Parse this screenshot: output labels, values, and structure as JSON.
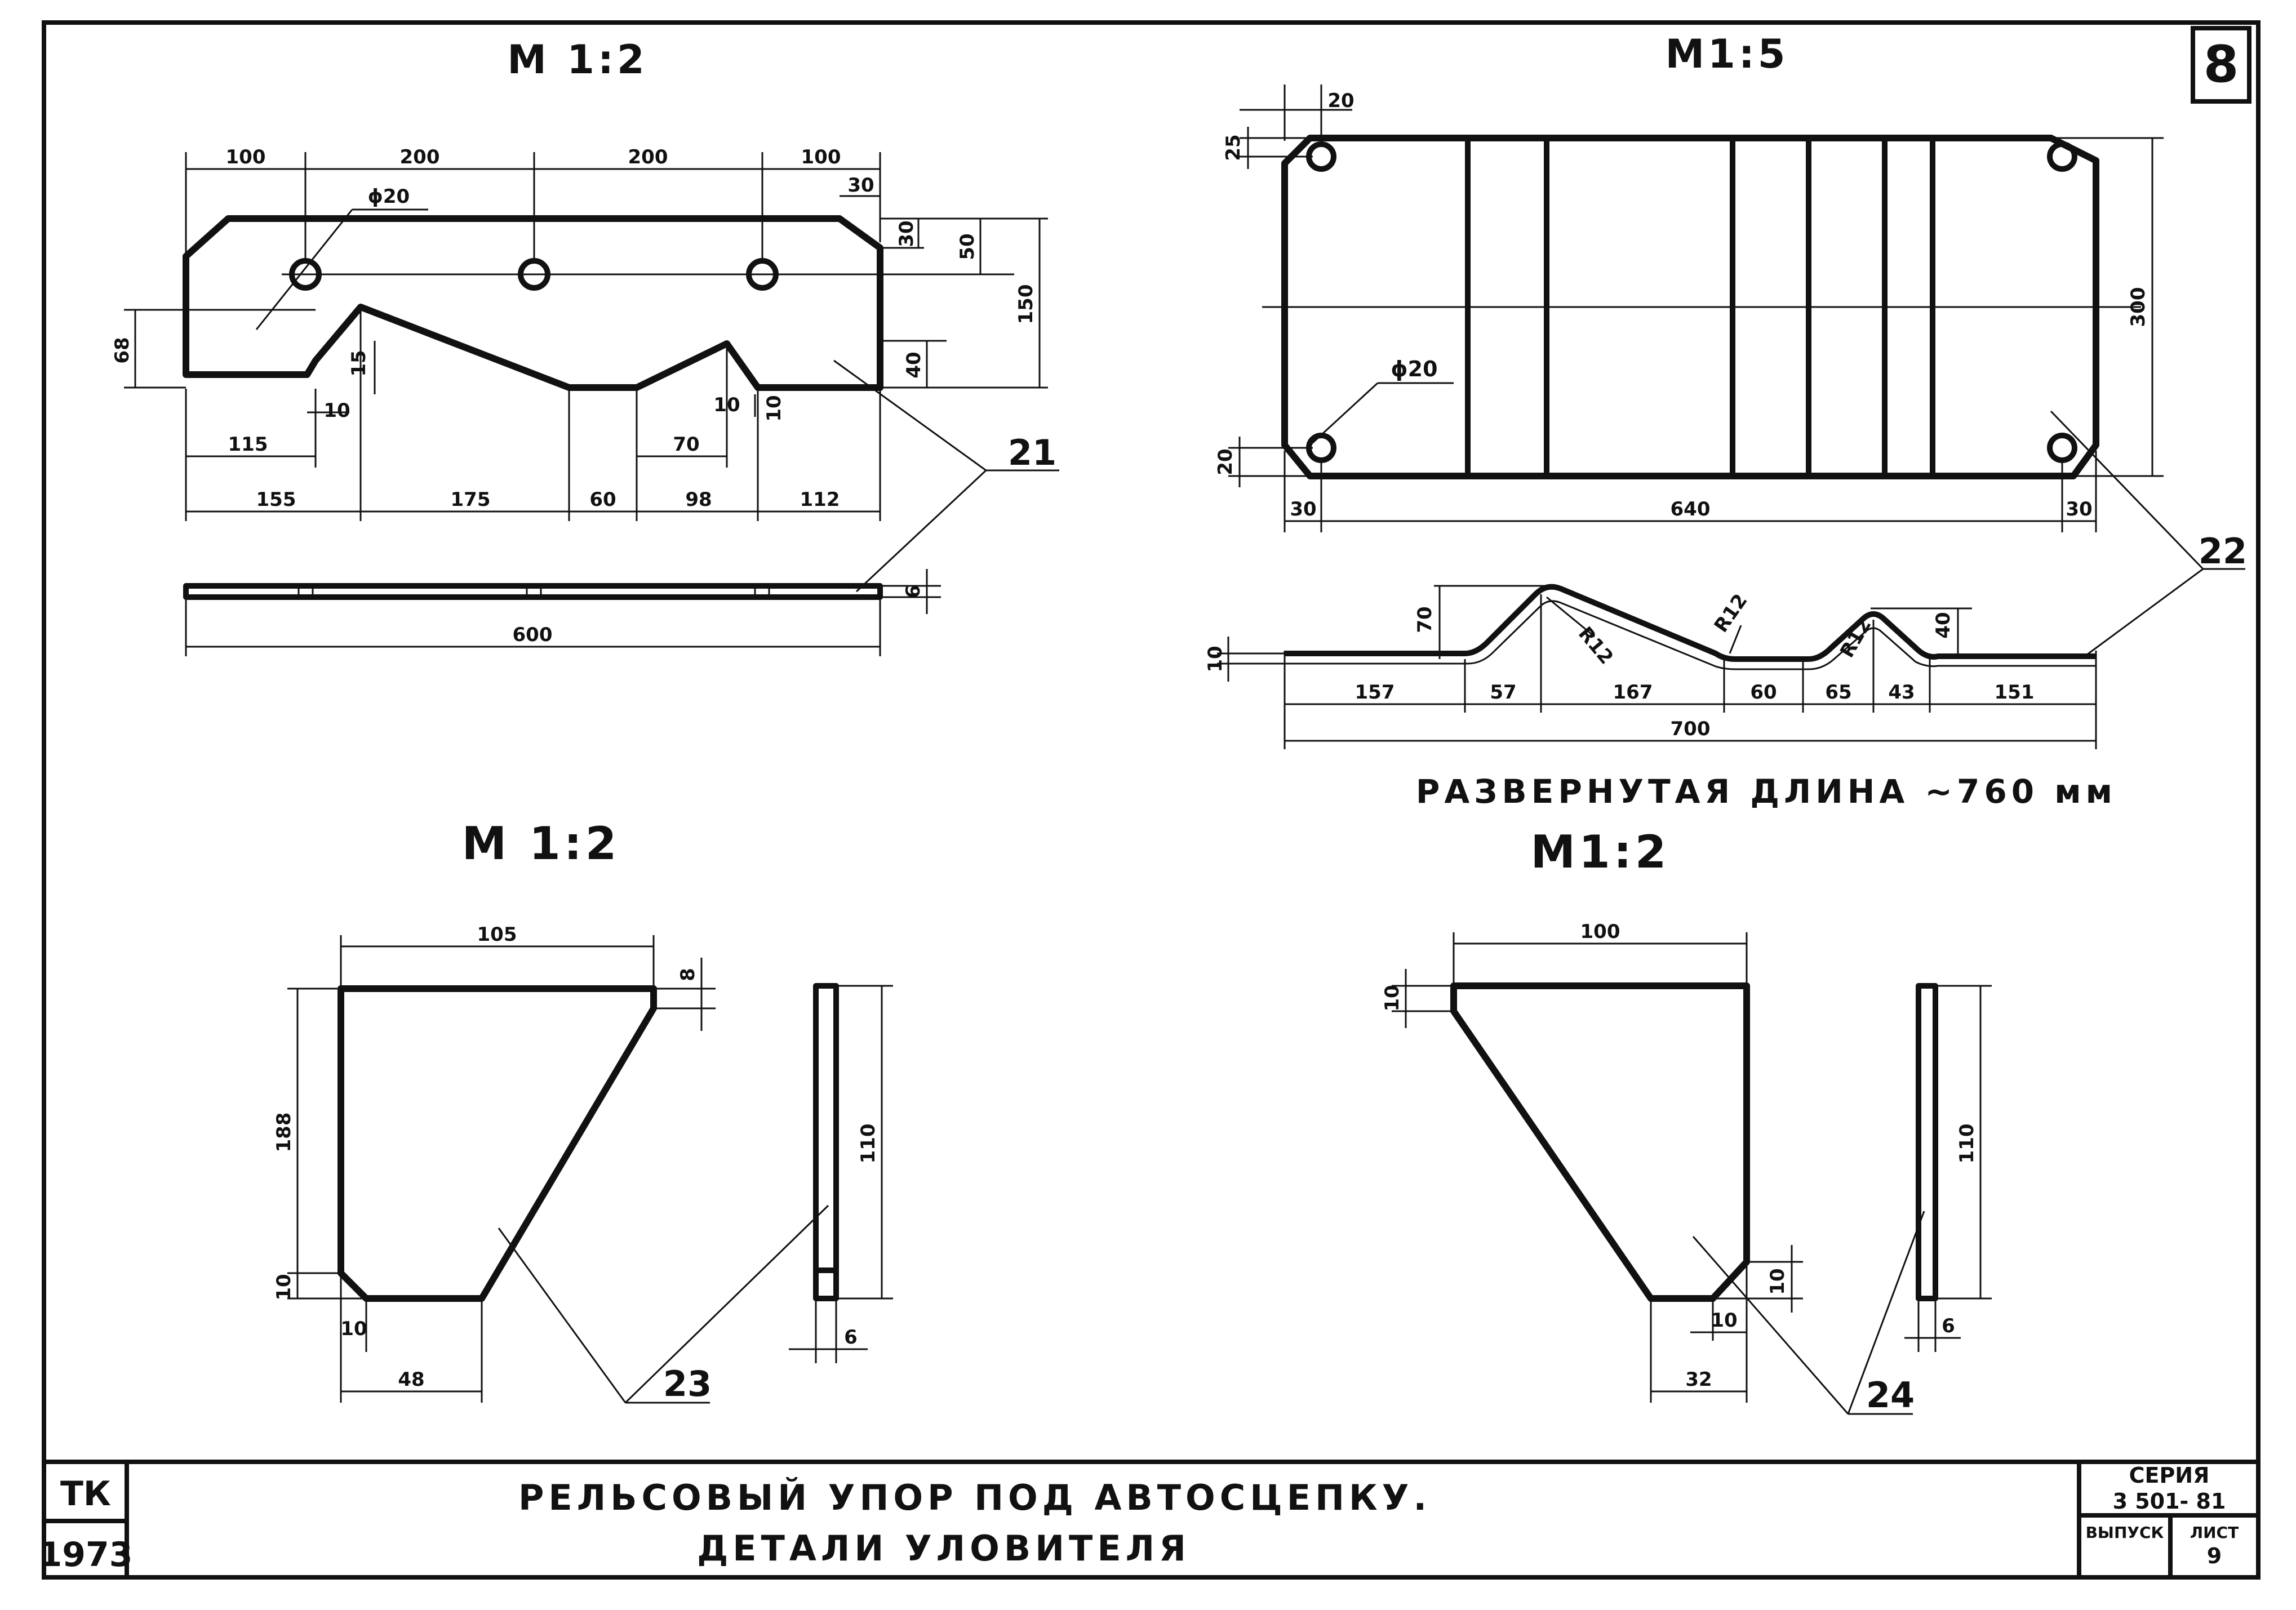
{
  "sheet": {
    "number": "8"
  },
  "views": {
    "part21": {
      "scale": "M 1:2",
      "dims_top": [
        "100",
        "200",
        "200",
        "100"
      ],
      "dim_30_top": "30",
      "dim_30_right": "30",
      "dim_50": "50",
      "dim_150": "150",
      "dim_40": "40",
      "dim_68": "68",
      "dim_15": "15",
      "dim_10a": "10",
      "dim_10b": "10",
      "dim_10c": "10",
      "dim_115": "115",
      "dim_70": "70",
      "dims_bottom": [
        "155",
        "175",
        "60",
        "98",
        "112"
      ],
      "hole": "ϕ20",
      "side_len": "600",
      "side_thk": "6",
      "pos": "21"
    },
    "part22": {
      "scale": "M1:5",
      "dim_20": "20",
      "dim_25": "25",
      "dim_20_bottom": "20",
      "dim_300": "300",
      "hole": "ϕ20",
      "dims_bottom": [
        "30",
        "640",
        "30"
      ],
      "dim_70": "70",
      "dim_40": "40",
      "dim_10": "10",
      "r1": "R12",
      "r2": "R12",
      "r3": "R12",
      "dims_profile": [
        "157",
        "57",
        "167",
        "60",
        "65",
        "43",
        "151"
      ],
      "profile_len": "700",
      "developed": "РАЗВЕРНУТАЯ ДЛИНА ~760 мм",
      "pos": "22"
    },
    "part23": {
      "scale": "M 1:2",
      "dim_105": "105",
      "dim_8": "8",
      "dim_188": "188",
      "dim_10_left": "10",
      "dim_10_bottom": "10",
      "dim_48": "48",
      "side_h": "110",
      "side_thk": "6",
      "pos": "23"
    },
    "part24": {
      "scale": "M1:2",
      "dim_100": "100",
      "dim_10_top": "10",
      "dim_10_right": "10",
      "dim_10_bottom": "10",
      "dim_32": "32",
      "side_h": "110",
      "side_thk": "6",
      "pos": "24"
    }
  },
  "title_block": {
    "org": "ТК",
    "year": "1973",
    "title_line1": "РЕЛЬСОВЫЙ УПОР ПОД АВТОСЦЕПКУ.",
    "title_line2": "ДЕТАЛИ УЛОВИТЕЛЯ",
    "series_label": "СЕРИЯ",
    "series_value": "3 501- 81",
    "issue_label": "ВЫПУСК",
    "sheet_label": "ЛИСТ",
    "sheet_value": "9"
  }
}
